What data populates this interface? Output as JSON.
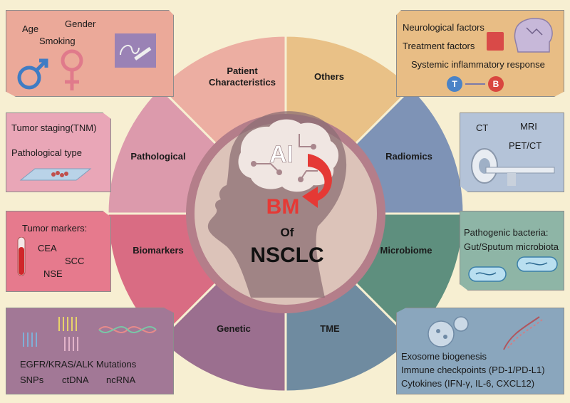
{
  "center": {
    "ai": "AI",
    "bm": "BM",
    "of": "Of",
    "nsclc": "NSCLC"
  },
  "segments": {
    "patient": "Patient Characteristics",
    "others": "Others",
    "radiomics": "Radiomics",
    "microbiome": "Microbiome",
    "tme": "TME",
    "genetic": "Genetic",
    "biomarkers": "Biomarkers",
    "pathological": "Pathological"
  },
  "boxes": {
    "patient": {
      "age": "Age",
      "gender": "Gender",
      "smoking": "Smoking"
    },
    "others": {
      "neurological": "Neurological factors",
      "treatment": "Treatment factors",
      "systemic": "Systemic inflammatory response",
      "t_cell": "T",
      "b_cell": "B"
    },
    "pathological": {
      "staging": "Tumor staging(TNM)",
      "type": "Pathological type"
    },
    "radiomics": {
      "ct": "CT",
      "mri": "MRI",
      "petct": "PET/CT"
    },
    "biomarkers": {
      "title": "Tumor markers:",
      "cea": "CEA",
      "scc": "SCC",
      "nse": "NSE"
    },
    "microbiome": {
      "title": "Pathogenic bacteria:",
      "sub": "Gut/Sputum microbiota"
    },
    "genetic": {
      "mutations": "EGFR/KRAS/ALK Mutations",
      "snps": "SNPs",
      "ctdna": "ctDNA",
      "ncrna": "ncRNA"
    },
    "tme": {
      "exosome": "Exosome biogenesis",
      "checkpoints": "Immune checkpoints (PD-1/PD-L1)",
      "cytokines": "Cytokines (IFN-γ, IL-6, CXCL12)"
    }
  },
  "colors": {
    "background": "#f7efd2",
    "patient": "#ecaea2",
    "others": "#e9c187",
    "radiomics": "#7e93b6",
    "microbiome": "#5e8f7e",
    "tme": "#6f8ba0",
    "genetic": "#9b6f8f",
    "biomarkers": "#d96c83",
    "pathological": "#dc9aac",
    "center_ring": "#b47e8a",
    "center_disc": "#dcc3b9",
    "bm_red": "#e53935"
  }
}
